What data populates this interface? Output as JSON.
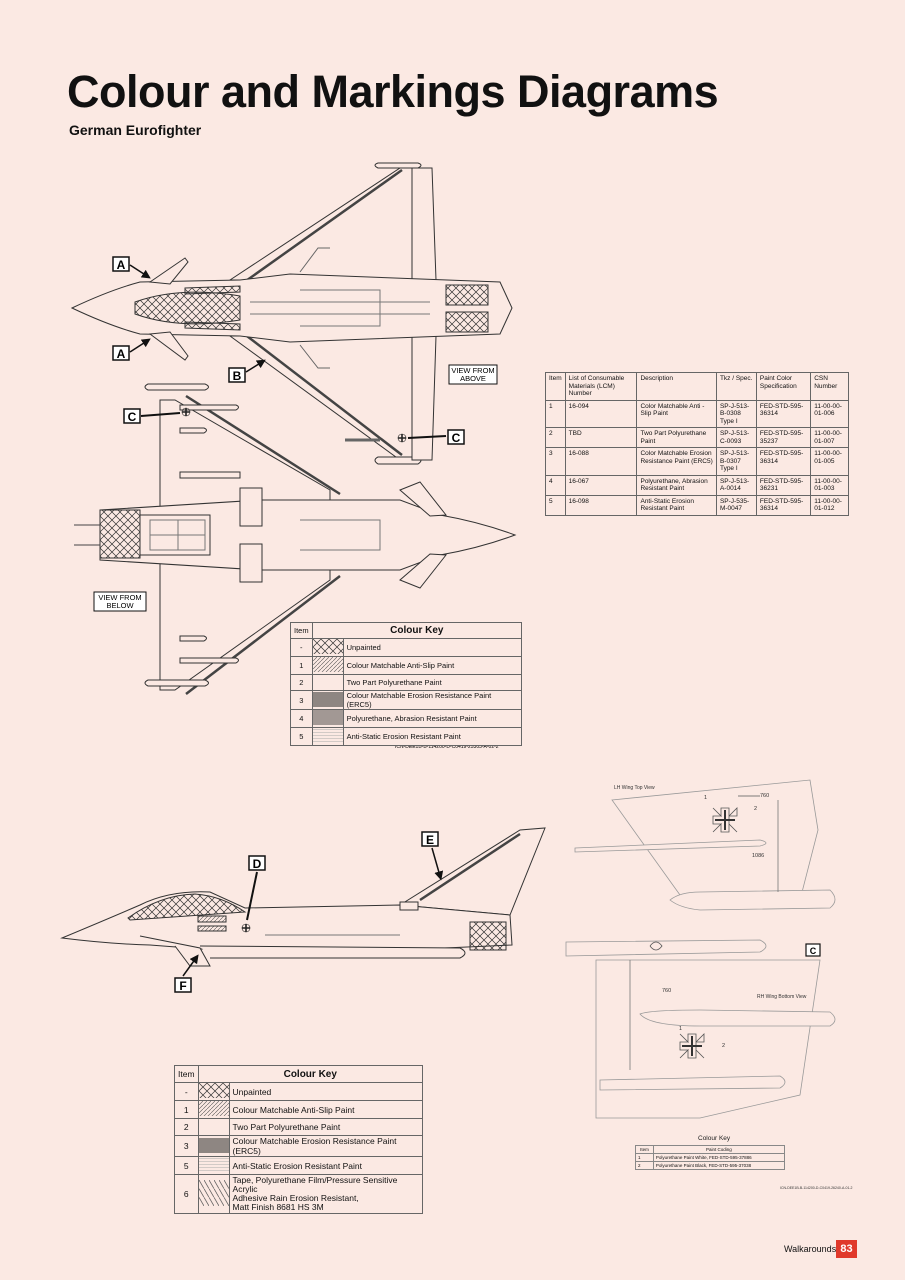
{
  "header": {
    "title": "Colour and Markings Diagrams",
    "subtitle": "German Eurofighter"
  },
  "callouts": {
    "a_top": "A",
    "a_bottom": "A",
    "b": "B",
    "c_left": "C",
    "c_right": "C",
    "d": "D",
    "e": "E",
    "f": "F",
    "c_wing": "C",
    "view_above": [
      "VIEW FROM",
      "ABOVE"
    ],
    "view_below": [
      "VIEW FROM",
      "BELOW"
    ]
  },
  "icn_codes": {
    "plan": "ICN-DEE1B-B-114200-D-C0419-25303-A-02-2",
    "wing": "ICN-DEE1B-B-114200-D-C0419-26240-A-01-2"
  },
  "spec_table": {
    "headers": [
      "Item",
      "List of Consumable Materials (LCM) Number",
      "Description",
      "Tkz / Spec.",
      "Paint Color Specification",
      "CSN Number"
    ],
    "rows": [
      [
        "1",
        "16-094",
        "Color Matchable Anti - Slip Paint",
        "SP-J-513-B-0308 Type I",
        "FED-STD-595-36314",
        "11-00-00-01-006"
      ],
      [
        "2",
        "TBD",
        "Two Part Polyurethane Paint",
        "SP-J-513-C-0093",
        "FED-STD-595-35237",
        "11-00-00-01-007"
      ],
      [
        "3",
        "16-088",
        "Color Matchable Erosion Resistance Paint (ERC5)",
        "SP-J-513-B-0307 Type I",
        "FED-STD-595-36314",
        "11-00-00-01-005"
      ],
      [
        "4",
        "16-067",
        "Polyurethane, Abrasion Resistant Paint",
        "SP-J-513-A-0014",
        "FED-STD-595-36231",
        "11-00-00-01-003"
      ],
      [
        "5",
        "16-098",
        "Anti-Static Erosion Resistant Paint",
        "SP-J-535-M-0047",
        "FED-STD-595-36314",
        "11-00-00-01-012"
      ]
    ]
  },
  "colour_key_1": {
    "item_header": "Item",
    "title": "Colour Key",
    "rows": [
      {
        "item": "-",
        "label": "Unpainted",
        "pattern": "crosshatch"
      },
      {
        "item": "1",
        "label": "Colour Matchable Anti-Slip Paint",
        "pattern": "diagonal"
      },
      {
        "item": "2",
        "label": "Two Part Polyurethane Paint",
        "pattern": "blank"
      },
      {
        "item": "3",
        "label": "Colour Matchable Erosion Resistance Paint (ERC5)",
        "pattern": "vertical-dense"
      },
      {
        "item": "4",
        "label": "Polyurethane, Abrasion Resistant Paint",
        "pattern": "horizontal-dense"
      },
      {
        "item": "5",
        "label": "Anti-Static Erosion Resistant Paint",
        "pattern": "horizontal-light"
      }
    ]
  },
  "colour_key_2": {
    "item_header": "Item",
    "title": "Colour Key",
    "rows": [
      {
        "item": "-",
        "label": "Unpainted",
        "pattern": "crosshatch"
      },
      {
        "item": "1",
        "label": "Colour Matchable Anti-Slip Paint",
        "pattern": "diagonal"
      },
      {
        "item": "2",
        "label": "Two Part Polyurethane Paint",
        "pattern": "blank"
      },
      {
        "item": "3",
        "label": "Colour Matchable Erosion Resistance Paint (ERC5)",
        "pattern": "vertical-dense"
      },
      {
        "item": "5",
        "label": "Anti-Static Erosion Resistant Paint",
        "pattern": "horizontal-light"
      },
      {
        "item": "6",
        "label": [
          "Tape, Polyurethane Film/Pressure Sensitive Acrylic",
          "Adhesive Rain Erosion Resistant,",
          "Matt Finish 8681 HS 3M"
        ],
        "pattern": "diagonal-back"
      }
    ]
  },
  "wing_detail": {
    "lh_label": "LH Wing Top View",
    "rh_label": "RH Wing Bottom View",
    "dim_760_top": "760",
    "dim_1086": "1086",
    "dim_760_bottom": "760",
    "marker_1_top": "1",
    "marker_2_top": "2",
    "marker_1_bottom": "1",
    "marker_2_bottom": "2",
    "key_title": "Colour Key",
    "key_headers": [
      "Item",
      "Paint Coding"
    ],
    "key_rows": [
      [
        "1",
        "Polyurethane Paint White, FED-STD-595-37886"
      ],
      [
        "2",
        "Polyurethane Paint Black, FED-STD-595-37038"
      ]
    ]
  },
  "footer": {
    "section": "Walkarounds",
    "page": "83"
  }
}
